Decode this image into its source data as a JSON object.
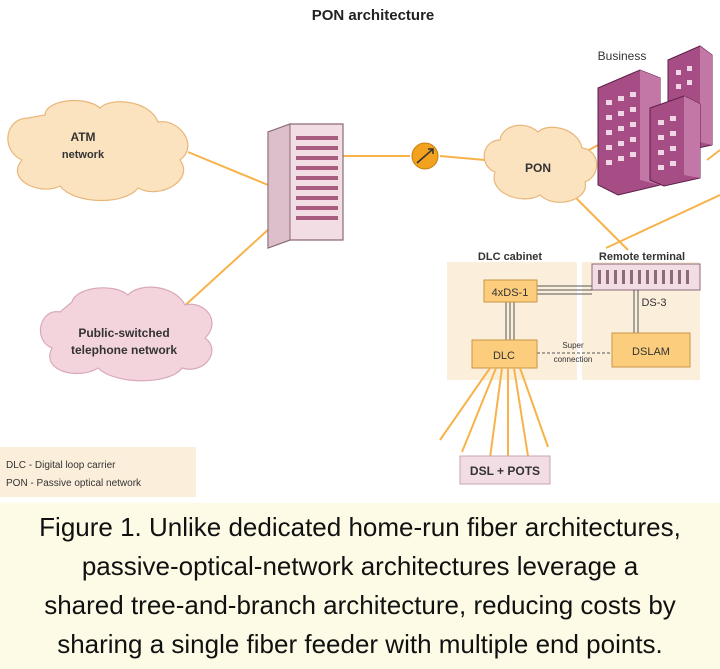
{
  "diagram": {
    "title": "PON architecture",
    "colors": {
      "cloud_orange": "#fce3bf",
      "cloud_pink": "#f3d4dd",
      "link_orange": "#f7b34a",
      "box_orange": "#fccd7c",
      "cabinet_fill": "#fbeedb",
      "dslpots_fill": "#f2dde4",
      "building": "#a64d86",
      "splitter": "#f3a21f"
    },
    "nodes": {
      "atm": {
        "line1": "ATM",
        "line2": "network"
      },
      "pstn": {
        "line1": "Public-switched",
        "line2": "telephone network"
      },
      "pon": {
        "label": "PON"
      },
      "business": {
        "label": "Business"
      },
      "dlc_cabinet": {
        "label": "DLC cabinet"
      },
      "remote_terminal": {
        "label": "Remote terminal"
      },
      "ds1": {
        "label": "4xDS-1"
      },
      "ds3": {
        "label": "DS-3"
      },
      "dlc": {
        "label": "DLC"
      },
      "dslam": {
        "label": "DSLAM"
      },
      "super_conn": {
        "line1": "Super",
        "line2": "connection"
      },
      "dsl_pots": {
        "label": "DSL + POTS"
      }
    },
    "legend": [
      {
        "text": "DLC - Digital loop carrier"
      },
      {
        "text": "PON - Passive optical network"
      }
    ]
  },
  "caption": {
    "lines": [
      "Figure 1. Unlike dedicated home-run fiber architectures,",
      "passive-optical-network architectures leverage a",
      "shared tree-and-branch architecture, reducing costs by",
      "sharing a single fiber feeder with multiple end points."
    ]
  }
}
